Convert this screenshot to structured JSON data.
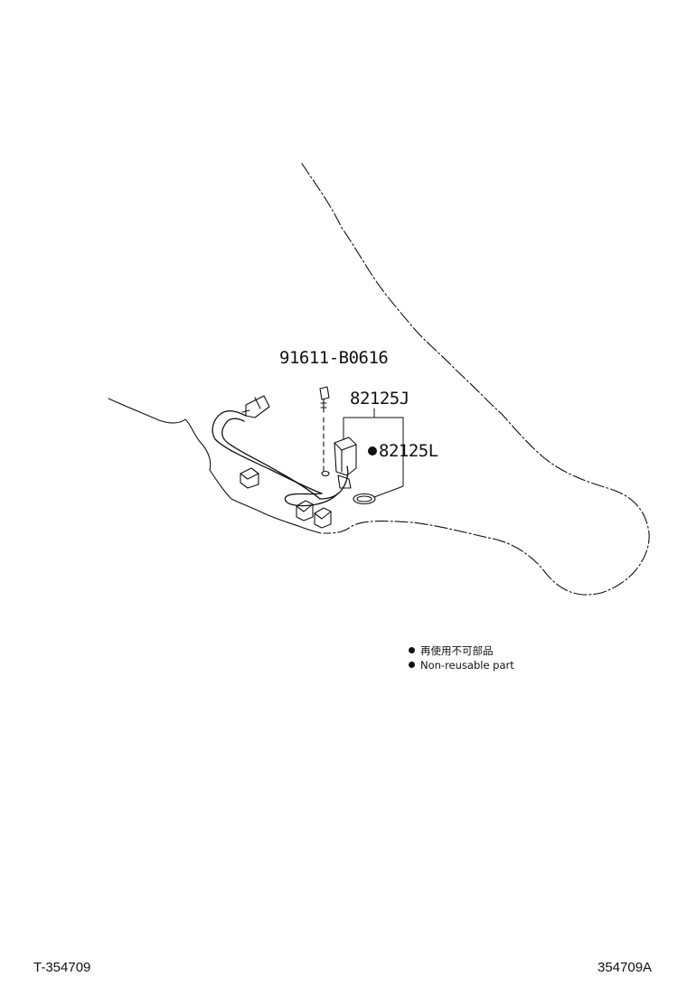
{
  "callouts": {
    "bolt": "91611-B0616",
    "sensor": "82125J",
    "oring": "82125L"
  },
  "legend": {
    "line_jp": "再使用不可部品",
    "line_en": "Non-reusable part"
  },
  "footer": {
    "left": "T-354709",
    "right": "354709A"
  },
  "colors": {
    "ink": "#111111",
    "paper": "#ffffff"
  },
  "icons": {
    "non_reusable_marker": "filled-circle"
  }
}
